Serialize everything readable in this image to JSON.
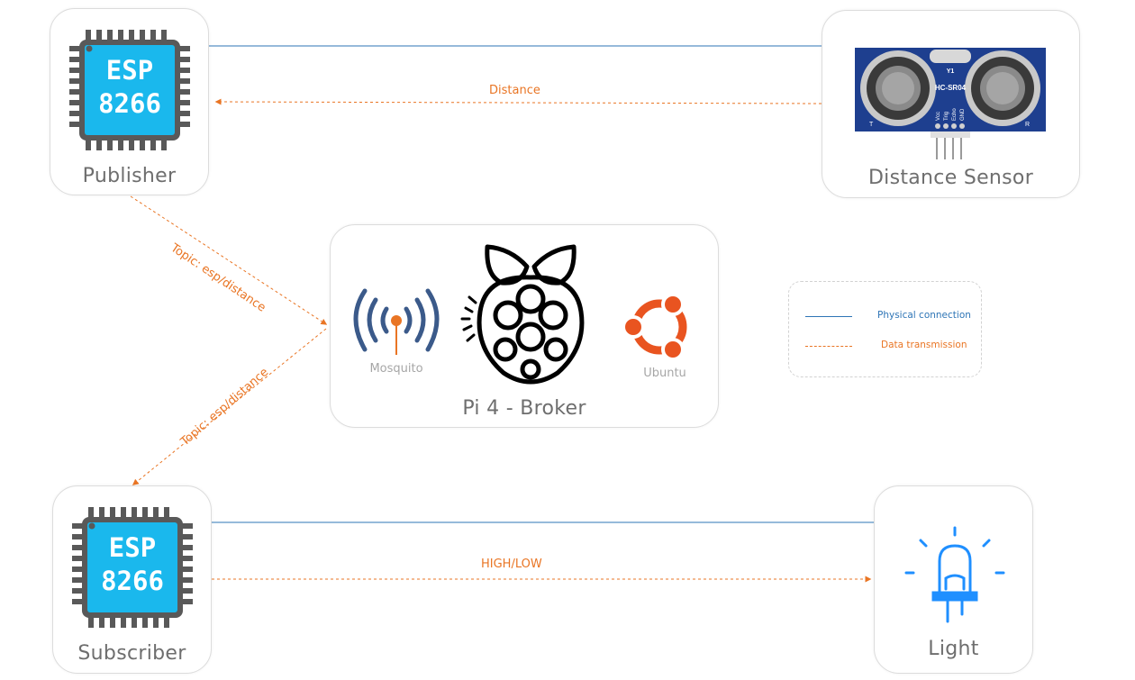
{
  "nodes": {
    "publisher": {
      "label": "Publisher",
      "chip_line1": "ESP",
      "chip_line2": "8266"
    },
    "sensor": {
      "label": "Distance Sensor",
      "module_model": "HC-SR04",
      "crystal": "Y1",
      "pins": [
        "Vcc",
        "Trig",
        "Echo",
        "GND"
      ],
      "corner_left": "T",
      "corner_right": "R"
    },
    "broker": {
      "label": "Pi 4 - Broker",
      "mosquitto_label": "Mosquito",
      "ubuntu_label": "Ubuntu"
    },
    "subscriber": {
      "label": "Subscriber",
      "chip_line1": "ESP",
      "chip_line2": "8266"
    },
    "light": {
      "label": "Light"
    }
  },
  "edges": {
    "sensor_to_publisher": "Distance",
    "publisher_to_broker": "Topic: esp/distance",
    "broker_to_subscriber": "Topic: esp/distance",
    "subscriber_to_light": "HIGH/LOW"
  },
  "legend": {
    "physical": "Physical connection",
    "data": "Data transmission"
  },
  "colors": {
    "physical": "#2e75b6",
    "data": "#e97524",
    "chip": "#1ab8ed",
    "chip_body": "#595959",
    "sensor_board": "#1e3f8f"
  }
}
